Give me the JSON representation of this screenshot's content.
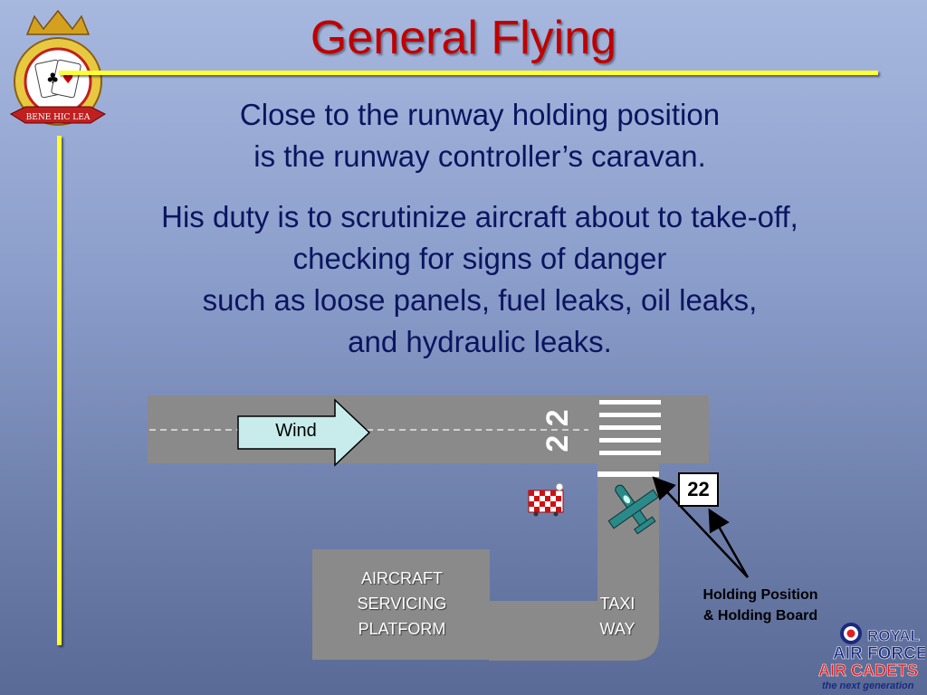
{
  "slide": {
    "title": "General Flying",
    "paragraph1": [
      "Close to the runway holding position",
      "is the runway controller’s caravan."
    ],
    "paragraph2": [
      "His duty is to scrutinize aircraft about to take-off,",
      "checking for signs of danger",
      "such as loose panels, fuel leaks, oil leaks,",
      "and hydraulic leaks."
    ]
  },
  "diagram": {
    "wind_label": "Wind",
    "runway_number": "2 2",
    "board_number": "22",
    "platform_label": [
      "AIRCRAFT",
      "SERVICING",
      "PLATFORM"
    ],
    "taxiway_label": [
      "TAXI",
      "WAY"
    ],
    "holding_label": [
      "Holding Position",
      "& Holding Board"
    ],
    "icons": [
      "caravan-icon",
      "aircraft-icon",
      "wind-arrow-icon"
    ]
  },
  "branding": {
    "rafac_lines": [
      "ROYAL",
      "AIR FORCE",
      "AIR CADETS",
      "the next generation"
    ],
    "badge_text": "BENE HIC LEA",
    "colors": {
      "title": "#c00000",
      "text": "#0a1560",
      "accent_line": "#ffff33",
      "rafac_red": "#e02020",
      "rafac_blue": "#1a2a80"
    }
  }
}
